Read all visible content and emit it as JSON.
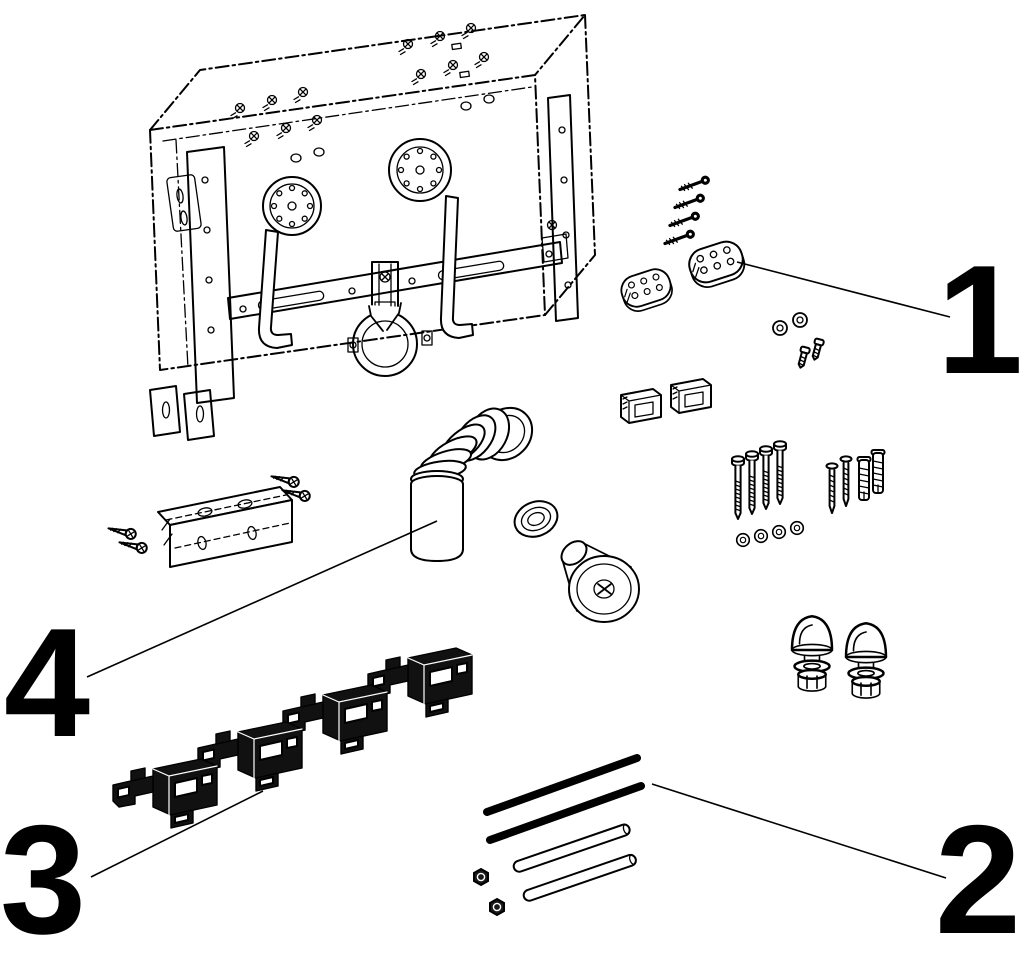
{
  "diagram": {
    "callouts": [
      {
        "label": "1"
      },
      {
        "label": "2"
      },
      {
        "label": "3"
      },
      {
        "label": "4"
      }
    ],
    "colors": {
      "line": "#000000",
      "background": "#ffffff"
    }
  }
}
